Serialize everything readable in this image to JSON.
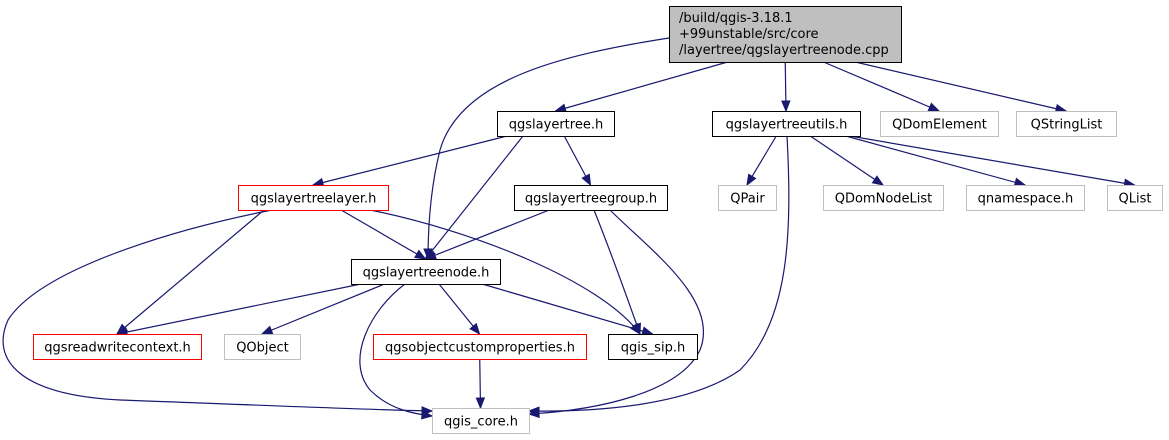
{
  "colors": {
    "edge": "#191970",
    "border_black": "#000000",
    "border_red": "#ff0000",
    "border_gray": "#bfbfbf",
    "fill_root": "#bfbfbf",
    "fill_default": "#ffffff"
  },
  "nodes": {
    "root": {
      "lines": [
        "/build/qgis-3.18.1",
        "+99unstable/src/core",
        "/layertree/qgslayertreenode.cpp"
      ],
      "style": "root"
    },
    "qgslayertree": {
      "label": "qgslayertree.h",
      "style": "black"
    },
    "qgslayertreeutils": {
      "label": "qgslayertreeutils.h",
      "style": "black"
    },
    "qdomelement": {
      "label": "QDomElement",
      "style": "gray"
    },
    "qstringlist": {
      "label": "QStringList",
      "style": "gray"
    },
    "qgslayertreelayer": {
      "label": "qgslayertreelayer.h",
      "style": "red"
    },
    "qgslayertreegroup": {
      "label": "qgslayertreegroup.h",
      "style": "black"
    },
    "qpair": {
      "label": "QPair",
      "style": "gray"
    },
    "qdomnodelist": {
      "label": "QDomNodeList",
      "style": "gray"
    },
    "qnamespace": {
      "label": "qnamespace.h",
      "style": "gray"
    },
    "qlist": {
      "label": "QList",
      "style": "gray"
    },
    "qgslayertreenode": {
      "label": "qgslayertreenode.h",
      "style": "black"
    },
    "qgsreadwritecontext": {
      "label": "qgsreadwritecontext.h",
      "style": "red"
    },
    "qobject": {
      "label": "QObject",
      "style": "gray"
    },
    "qgsobjectcustomproperties": {
      "label": "qgsobjectcustomproperties.h",
      "style": "red"
    },
    "qgis_sip": {
      "label": "qgis_sip.h",
      "style": "black"
    },
    "qgis_core": {
      "label": "qgis_core.h",
      "style": "gray"
    }
  },
  "edges": [
    [
      "root",
      "qgslayertree"
    ],
    [
      "root",
      "qgslayertreenode"
    ],
    [
      "root",
      "qgslayertreeutils"
    ],
    [
      "root",
      "qdomelement"
    ],
    [
      "root",
      "qstringlist"
    ],
    [
      "qgslayertree",
      "qgslayertreelayer"
    ],
    [
      "qgslayertree",
      "qgslayertreegroup"
    ],
    [
      "qgslayertree",
      "qgslayertreenode"
    ],
    [
      "qgslayertreeutils",
      "qpair"
    ],
    [
      "qgslayertreeutils",
      "qdomnodelist"
    ],
    [
      "qgslayertreeutils",
      "qnamespace"
    ],
    [
      "qgslayertreeutils",
      "qlist"
    ],
    [
      "qgslayertreeutils",
      "qgis_core"
    ],
    [
      "qgslayertreelayer",
      "qgslayertreenode"
    ],
    [
      "qgslayertreelayer",
      "qgsreadwritecontext"
    ],
    [
      "qgslayertreelayer",
      "qgis_sip"
    ],
    [
      "qgslayertreelayer",
      "qgis_core"
    ],
    [
      "qgslayertreegroup",
      "qgslayertreenode"
    ],
    [
      "qgslayertreegroup",
      "qgis_sip"
    ],
    [
      "qgslayertreegroup",
      "qgis_core"
    ],
    [
      "qgslayertreenode",
      "qgsreadwritecontext"
    ],
    [
      "qgslayertreenode",
      "qobject"
    ],
    [
      "qgslayertreenode",
      "qgsobjectcustomproperties"
    ],
    [
      "qgslayertreenode",
      "qgis_sip"
    ],
    [
      "qgslayertreenode",
      "qgis_core"
    ],
    [
      "qgsobjectcustomproperties",
      "qgis_core"
    ]
  ]
}
